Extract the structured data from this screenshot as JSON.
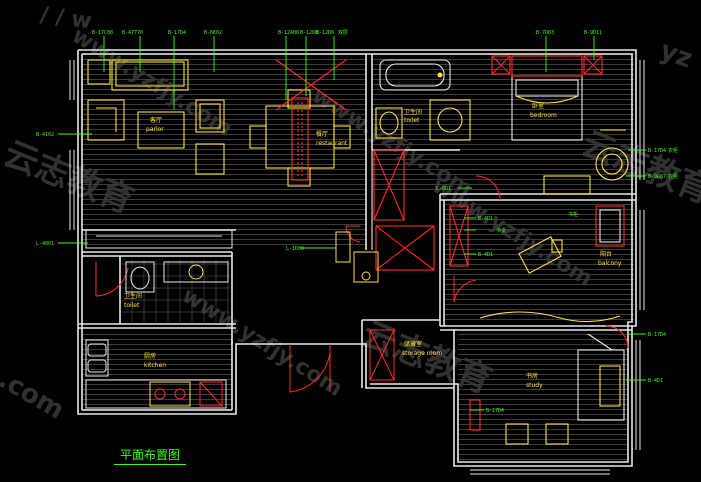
{
  "title": "平面布置图",
  "watermark": {
    "url_text": "www.yzfjy.com",
    "brand_text": "云志教育",
    "edge_left": ".com",
    "edge_top": "/ / w",
    "edge_right": "yz"
  },
  "rooms": {
    "parlor": {
      "cn": "客厅",
      "en": "parlor"
    },
    "restaurant": {
      "cn": "餐厅",
      "en": "restaurant"
    },
    "toilet": {
      "cn": "卫生间",
      "en": "toilet"
    },
    "bedroom": {
      "cn": "卧室",
      "en": "bedroom"
    },
    "balcony": {
      "cn": "阳台",
      "en": "balcony"
    },
    "study": {
      "cn": "书房",
      "en": "study"
    },
    "storage": {
      "cn": "储藏室",
      "en": "storage room"
    },
    "kitchen": {
      "cn": "厨房",
      "en": "kitchen"
    },
    "toilet2": {
      "cn": "卫生间",
      "en": "toilet"
    }
  },
  "tags": {
    "t01": "B-17C08",
    "t02": "B-47770",
    "t03": "B-17D4",
    "t04": "B-6K02",
    "t05": "B-12A08",
    "t06": "B-12D0",
    "t07": "B-12D0",
    "t08": "B-7D03",
    "t09": "B-4102",
    "t10": "B-17D4",
    "t11": "B-9D07",
    "t12": "L-4001",
    "t13": "B-9D11",
    "t14": "L-6D1",
    "t15": "B-17D4",
    "t16": "B-4D1",
    "t17": "B-17D4",
    "t18": "L-1D00",
    "t19": "B-4D1",
    "t20": "B-4D1"
  },
  "notes": {
    "n1": "双层",
    "n2": "衣柜",
    "n3": "书桌",
    "n4": "书柜",
    "n5": "衣柜"
  }
}
